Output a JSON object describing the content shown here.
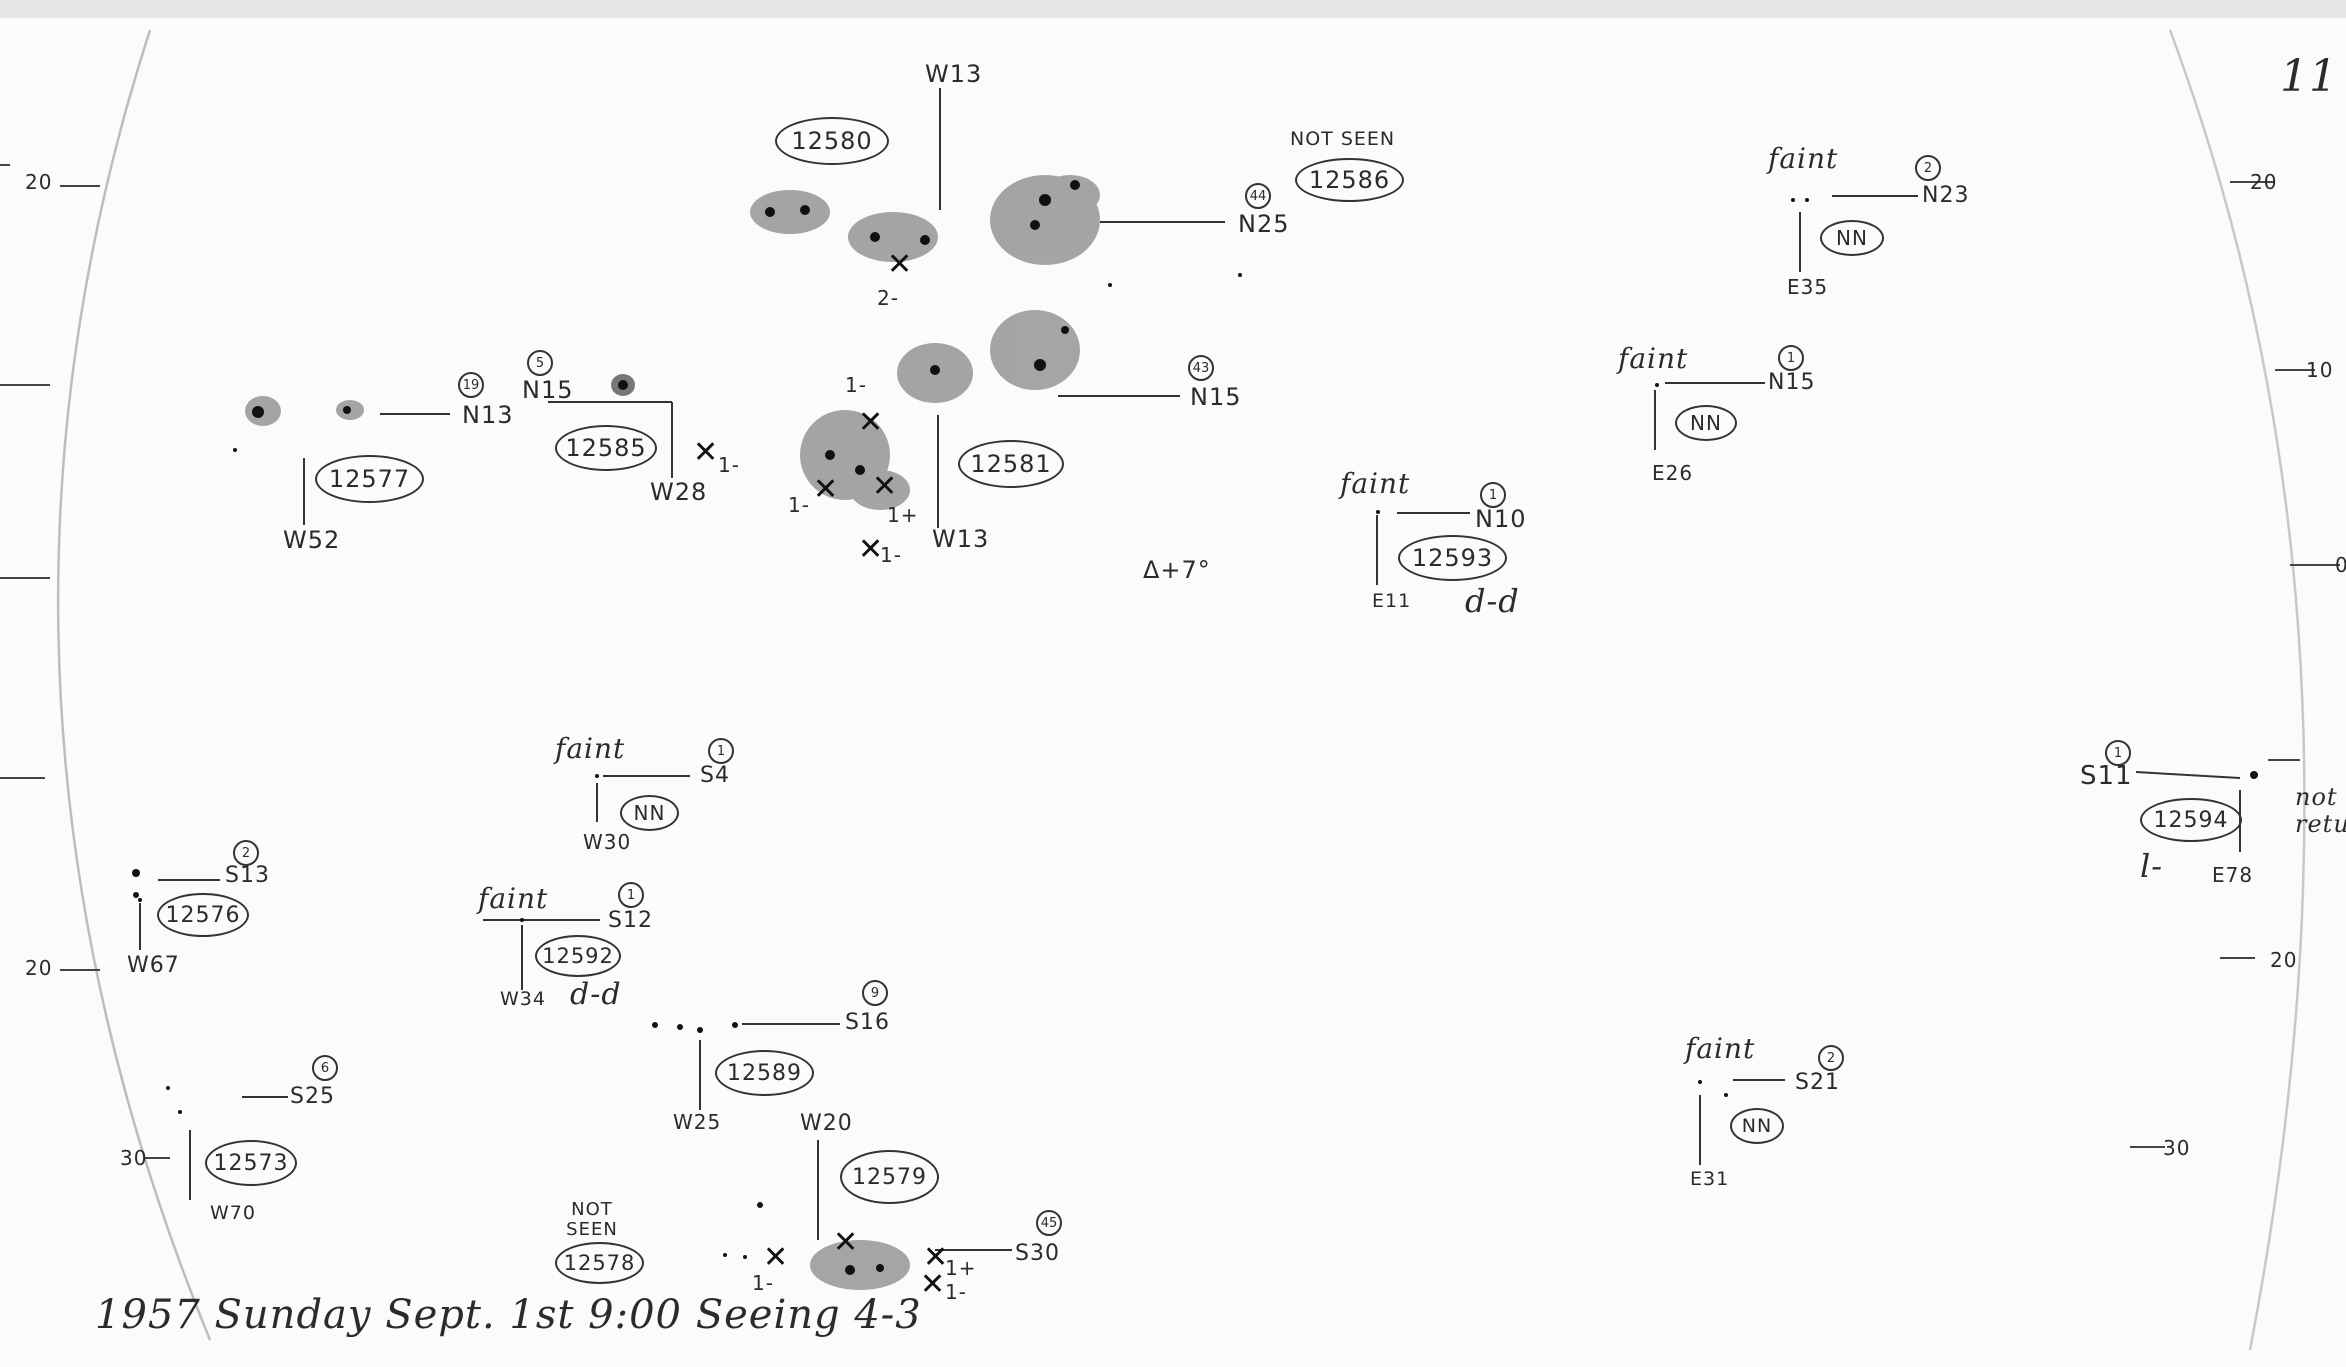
{
  "page_number": "11",
  "footer": {
    "date_line": "1957 Sunday Sept. 1st 9:00 Seeing 4-3"
  },
  "delta": "Δ+7°",
  "scale_labels": {
    "left_20_top": "20",
    "left_20_bottom": "20",
    "left_30": "30",
    "right_20_top": "20",
    "right_10": "10",
    "right_0": "0",
    "right_20_bottom": "20",
    "right_30": "30"
  },
  "edge_note": {
    "line1": "not",
    "line2": "retur"
  },
  "groups": [
    {
      "number": "12580",
      "pos": "W13",
      "count": "",
      "status": ""
    },
    {
      "number": "12586",
      "pos": "N25",
      "count": "44",
      "status": "NOT SEEN"
    },
    {
      "number": "12577",
      "pos": "N13",
      "pos2": "W52",
      "count": "19"
    },
    {
      "number": "12585",
      "pos": "N15",
      "pos2": "W28",
      "count": "5",
      "cross": "1-"
    },
    {
      "number": "12581",
      "pos": "N15",
      "pos2": "W13",
      "count": "43",
      "crosses": [
        "1-",
        "1-",
        "1+",
        "1-"
      ],
      "extra": "2-"
    },
    {
      "number": "12593",
      "pos": "N10",
      "pos2": "E11",
      "count": "1",
      "note": "faint",
      "class": "d-d"
    },
    {
      "number": "NN",
      "pos": "N23",
      "pos2": "E35",
      "count": "2",
      "note": "faint",
      "id": "nn1"
    },
    {
      "number": "NN",
      "pos": "N15",
      "pos2": "E26",
      "count": "1",
      "note": "faint",
      "id": "nn2"
    },
    {
      "number": "NN",
      "pos": "S4",
      "pos2": "W30",
      "count": "1",
      "note": "faint",
      "id": "nn3"
    },
    {
      "number": "12576",
      "pos": "S13",
      "pos2": "W67",
      "count": "2"
    },
    {
      "number": "12592",
      "pos": "S12",
      "pos2": "W34",
      "count": "1",
      "note": "faint",
      "class": "d-d"
    },
    {
      "number": "12589",
      "pos": "S16",
      "pos2": "W25",
      "count": "9"
    },
    {
      "number": "12573",
      "pos": "S25",
      "pos2": "W70",
      "count": "6"
    },
    {
      "number": "12579",
      "pos": "S30",
      "pos2": "W20",
      "count": "45",
      "crosses": [
        "1-",
        "1+",
        "1-"
      ]
    },
    {
      "number": "12578",
      "status": "NOT SEEN"
    },
    {
      "number": "12594",
      "pos": "S11",
      "pos2": "E78",
      "count": "1",
      "class": "l-"
    },
    {
      "number": "NN",
      "pos": "S21",
      "pos2": "E31",
      "count": "2",
      "note": "faint",
      "id": "nn4"
    }
  ]
}
